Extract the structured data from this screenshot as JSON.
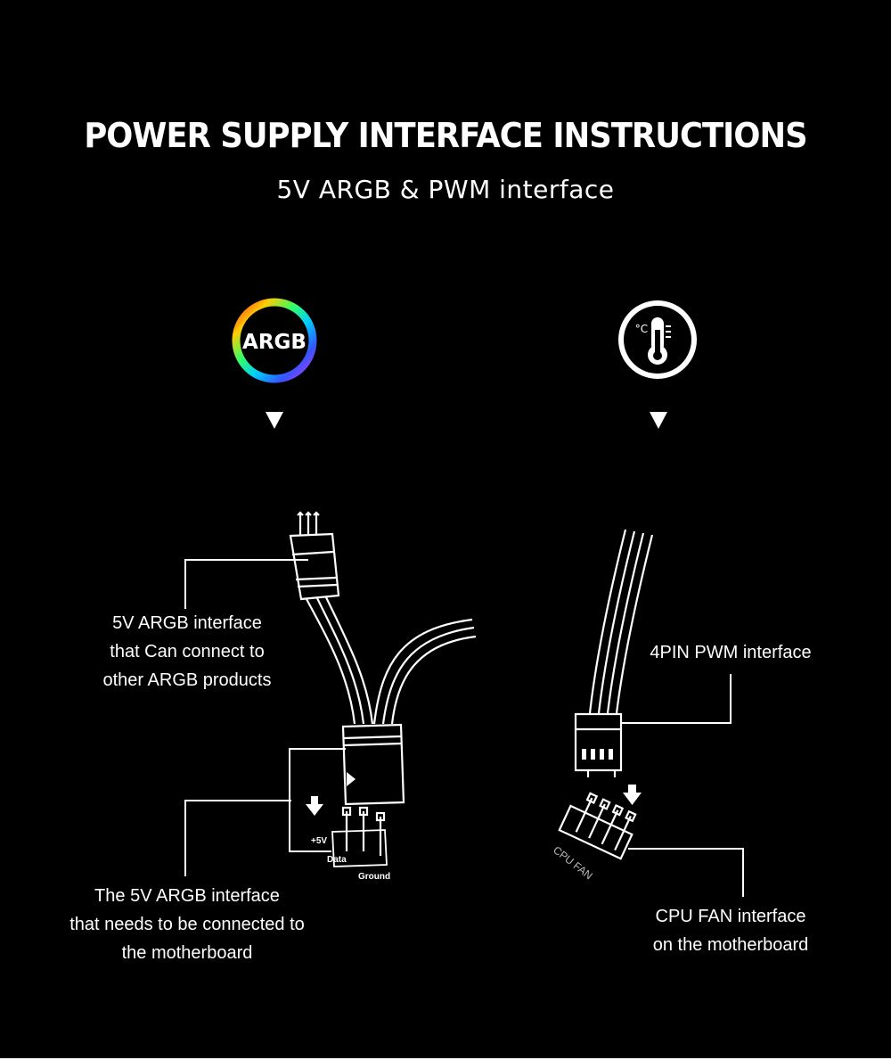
{
  "header": {
    "title": "POWER SUPPLY INTERFACE INSTRUCTIONS",
    "subtitle": "5V ARGB & PWM interface"
  },
  "argb_side": {
    "badge_text": "ARGB",
    "badge_icon": "rainbow-ring-icon",
    "arrow_icon": "triangle-down-icon",
    "label_connect": [
      "5V ARGB interface",
      "that Can connect to",
      "other ARGB products"
    ],
    "label_motherboard": [
      "The 5V ARGB interface",
      "that needs to be connected to",
      "the motherboard"
    ],
    "pin_labels": {
      "v5": "+5V",
      "data": "Data",
      "ground": "Ground"
    }
  },
  "pwm_side": {
    "badge_icon": "thermometer-icon",
    "badge_unit": "°C",
    "arrow_icon": "triangle-down-icon",
    "label_pwm": "4PIN PWM interface",
    "label_cpu_fan": [
      "CPU FAN interface",
      "on the motherboard"
    ],
    "header_label": "CPU FAN"
  },
  "colors": {
    "background": "#000000",
    "foreground": "#ffffff",
    "ring_gradient": [
      "#ff2a2a",
      "#ffcc00",
      "#33ff66",
      "#00ccff",
      "#3355ff",
      "#cc33ff",
      "#ff2a2a"
    ]
  }
}
